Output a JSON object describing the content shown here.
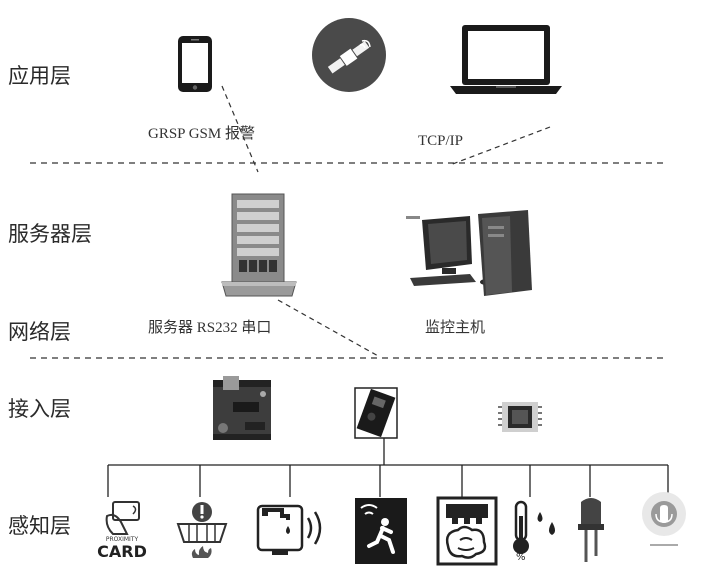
{
  "layers": [
    {
      "name": "应用层"
    },
    {
      "name": "服务器层"
    },
    {
      "name": "网络层"
    },
    {
      "name": "接入层"
    },
    {
      "name": "感知层"
    }
  ],
  "captions": {
    "grsp_gsm": "GRSP GSM 报警",
    "tcpip": "TCP/IP",
    "server_rs232": "服务器 RS232 串口",
    "monitor_host": "监控主机"
  },
  "sensor_labels": {
    "card_line1": "PROXIMITY",
    "card_line2": "CARD"
  }
}
